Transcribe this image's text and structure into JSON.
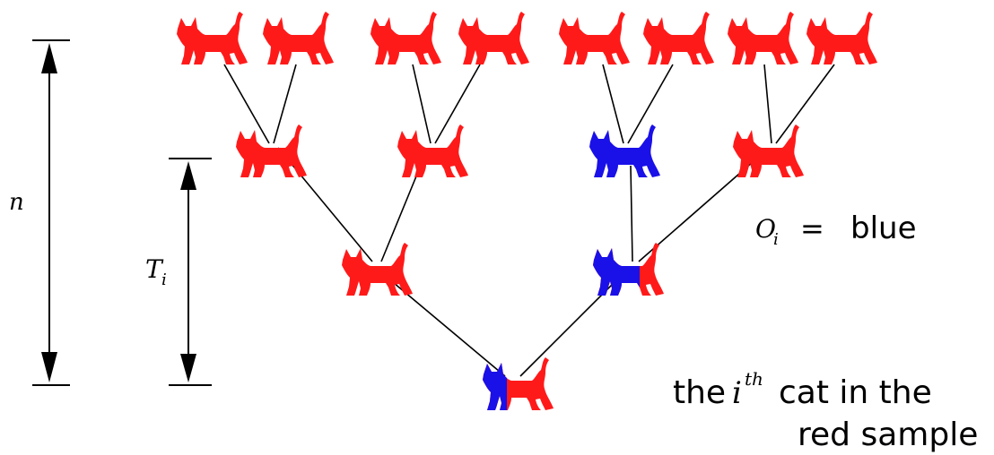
{
  "labels": {
    "n": "n",
    "T_symbol": "T",
    "T_subscript": "i",
    "O_symbol": "O",
    "O_subscript": "i",
    "O_equals": "=",
    "O_value": "blue",
    "caption_prefix": "the",
    "caption_symbol": "i",
    "caption_superscript": "th",
    "caption_line1_rest": "cat in the",
    "caption_line2": "red sample"
  },
  "colors": {
    "red": "#ff1a1a",
    "blue": "#1a10e8",
    "line": "#000000"
  },
  "tree": {
    "generations": 4,
    "nodes": [
      {
        "id": "root",
        "color": "mixed-blue-red"
      },
      {
        "id": "g1-left",
        "color": "red"
      },
      {
        "id": "g1-right",
        "color": "mixed-blue-red"
      },
      {
        "id": "g2-1",
        "color": "red"
      },
      {
        "id": "g2-2",
        "color": "red"
      },
      {
        "id": "g2-3",
        "color": "blue"
      },
      {
        "id": "g2-4",
        "color": "red"
      },
      {
        "id": "g3-1",
        "color": "red"
      },
      {
        "id": "g3-2",
        "color": "red"
      },
      {
        "id": "g3-3",
        "color": "red"
      },
      {
        "id": "g3-4",
        "color": "red"
      },
      {
        "id": "g3-5",
        "color": "red"
      },
      {
        "id": "g3-6",
        "color": "red"
      },
      {
        "id": "g3-7",
        "color": "red"
      },
      {
        "id": "g3-8",
        "color": "red"
      }
    ]
  }
}
